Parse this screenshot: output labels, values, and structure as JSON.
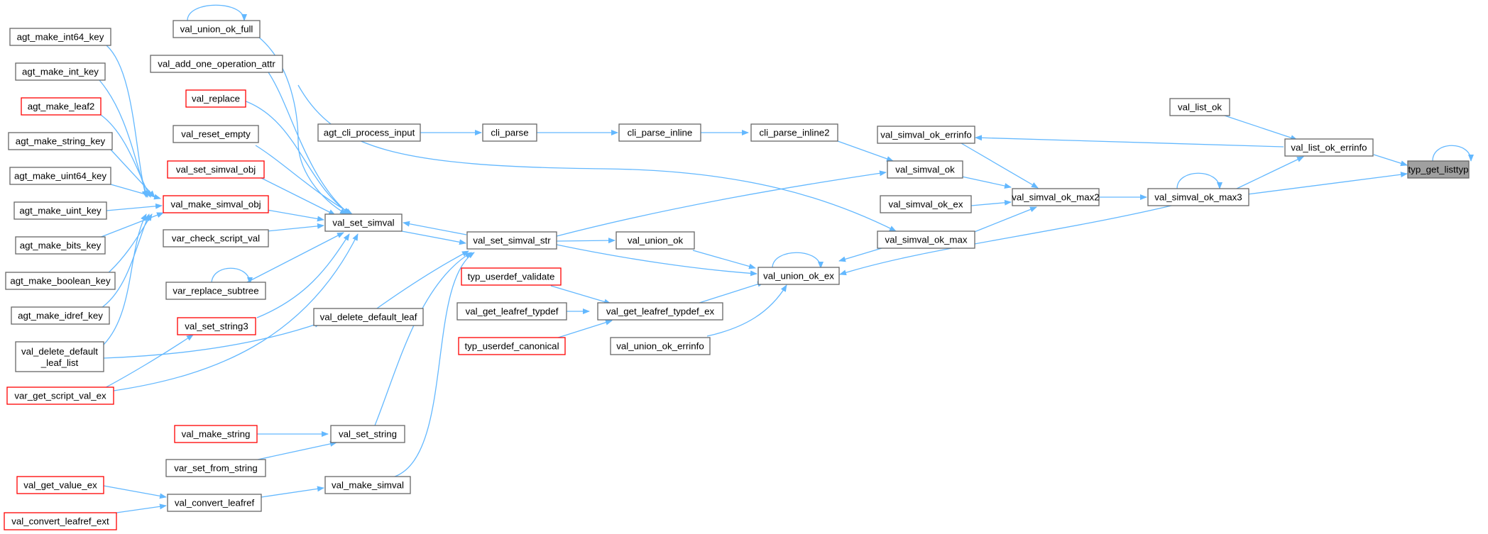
{
  "title": "typ_get_listtyp caller graph",
  "colors": {
    "edge": "#63b8ff",
    "node_border": "#666666",
    "red_border": "#ff0000",
    "root_fill": "#a0a0a0"
  },
  "nodes": {
    "typ_get_listtyp": "typ_get_listtyp",
    "val_list_ok_errinfo": "val_list_ok_errinfo",
    "val_list_ok": "val_list_ok",
    "val_simval_ok_max3": "val_simval_ok_max3",
    "val_simval_ok_errinfo": "val_simval_ok_errinfo",
    "val_simval_ok_max2": "val_simval_ok_max2",
    "val_simval_ok": "val_simval_ok",
    "val_simval_ok_ex": "val_simval_ok_ex",
    "val_simval_ok_max": "val_simval_ok_max",
    "val_union_ok_ex": "val_union_ok_ex",
    "cli_parse_inline2": "cli_parse_inline2",
    "cli_parse_inline": "cli_parse_inline",
    "cli_parse": "cli_parse",
    "agt_cli_process_input": "agt_cli_process_input",
    "val_union_ok": "val_union_ok",
    "val_get_leafref_typdef_ex": "val_get_leafref_typdef_ex",
    "val_union_ok_errinfo": "val_union_ok_errinfo",
    "typ_userdef_validate": "typ_userdef_validate",
    "val_get_leafref_typdef": "val_get_leafref_typdef",
    "typ_userdef_canonical": "typ_userdef_canonical",
    "val_set_simval_str": "val_set_simval_str",
    "val_set_simval": "val_set_simval",
    "val_delete_default_leaf": "val_delete_default_leaf",
    "val_set_string": "val_set_string",
    "val_make_simval": "val_make_simval",
    "val_union_ok_full": "val_union_ok_full",
    "val_add_one_operation_attr": "val_add_one_operation_attr",
    "val_replace": "val_replace",
    "val_reset_empty": "val_reset_empty",
    "val_set_simval_obj": "val_set_simval_obj",
    "val_make_simval_obj": "val_make_simval_obj",
    "var_check_script_val": "var_check_script_val",
    "var_replace_subtree": "var_replace_subtree",
    "val_set_string3": "val_set_string3",
    "val_make_string": "val_make_string",
    "var_set_from_string": "var_set_from_string",
    "val_convert_leafref": "val_convert_leafref",
    "agt_make_int64_key": "agt_make_int64_key",
    "agt_make_int_key": "agt_make_int_key",
    "agt_make_leaf2": "agt_make_leaf2",
    "agt_make_string_key": "agt_make_string_key",
    "agt_make_uint64_key": "agt_make_uint64_key",
    "agt_make_uint_key": "agt_make_uint_key",
    "agt_make_bits_key": "agt_make_bits_key",
    "agt_make_boolean_key": "agt_make_boolean_key",
    "agt_make_idref_key": "agt_make_idref_key",
    "val_delete_default_leaf_list_1": "val_delete_default",
    "val_delete_default_leaf_list_2": "_leaf_list",
    "var_get_script_val_ex": "var_get_script_val_ex",
    "val_get_value_ex": "val_get_value_ex",
    "val_convert_leafref_ext": "val_convert_leafref_ext"
  }
}
